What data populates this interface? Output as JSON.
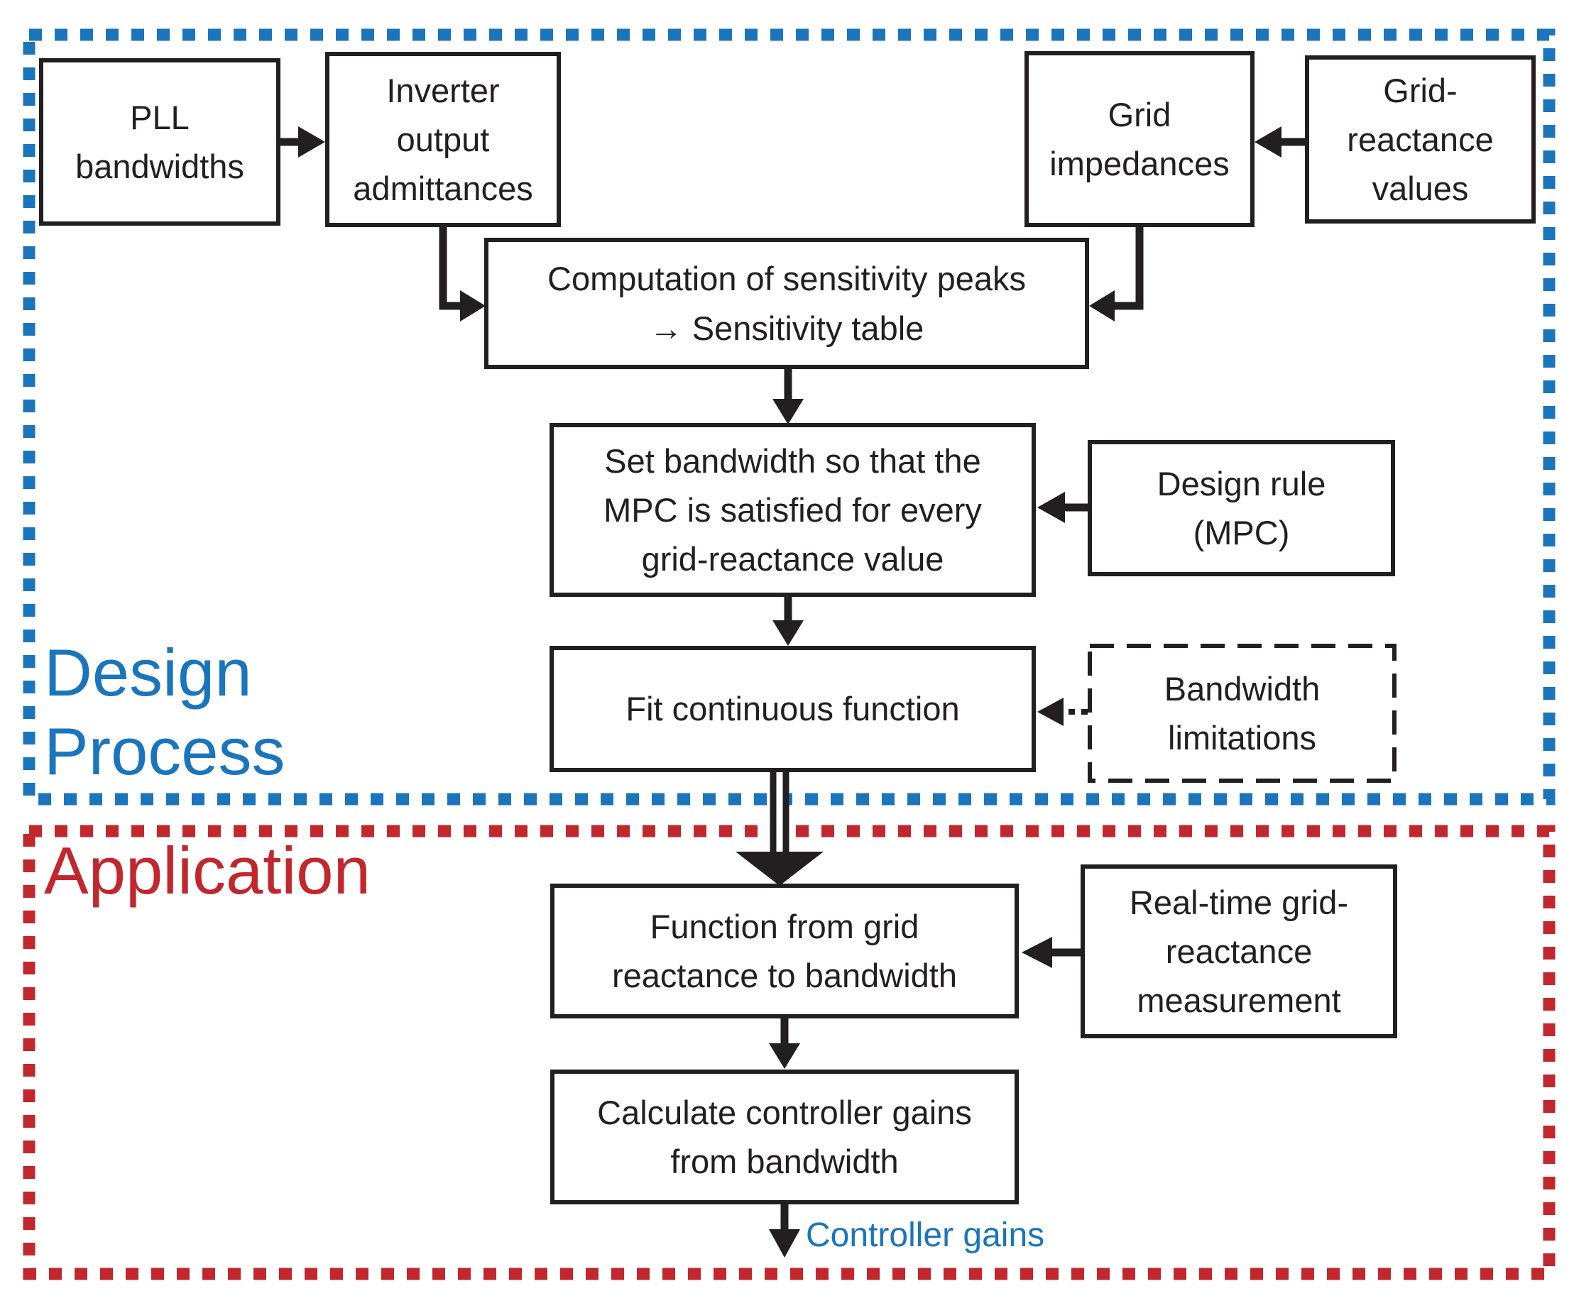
{
  "colors": {
    "design_process_blue": "#1B75BC",
    "application_red": "#C1272D",
    "line_black": "#231F20",
    "controller_gains_blue": "#1B75BC"
  },
  "regions": {
    "design_process": {
      "label": "Design\nProcess"
    },
    "application": {
      "label": "Application"
    }
  },
  "boxes": {
    "pll_bandwidths": "PLL\nbandwidths",
    "inverter_output_admittances": "Inverter\noutput\nadmittances",
    "grid_impedances": "Grid\nimpedances",
    "grid_reactance_values": "Grid-\nreactance\nvalues",
    "computation_sensitivity": "Computation of sensitivity peaks\n→ Sensitivity table",
    "set_bandwidth": "Set bandwidth so that the\nMPC is satisfied for every\ngrid-reactance value",
    "design_rule": "Design rule\n(MPC)",
    "fit_continuous_function": "Fit continuous function",
    "bandwidth_limitations": "Bandwidth\nlimitations",
    "function_grid_reactance_to_bandwidth": "Function from grid\nreactance to bandwidth",
    "realtime_grid_reactance_measurement": "Real-time grid-\nreactance\nmeasurement",
    "calculate_controller_gains": "Calculate controller gains\nfrom bandwidth"
  },
  "output_label": "Controller gains"
}
